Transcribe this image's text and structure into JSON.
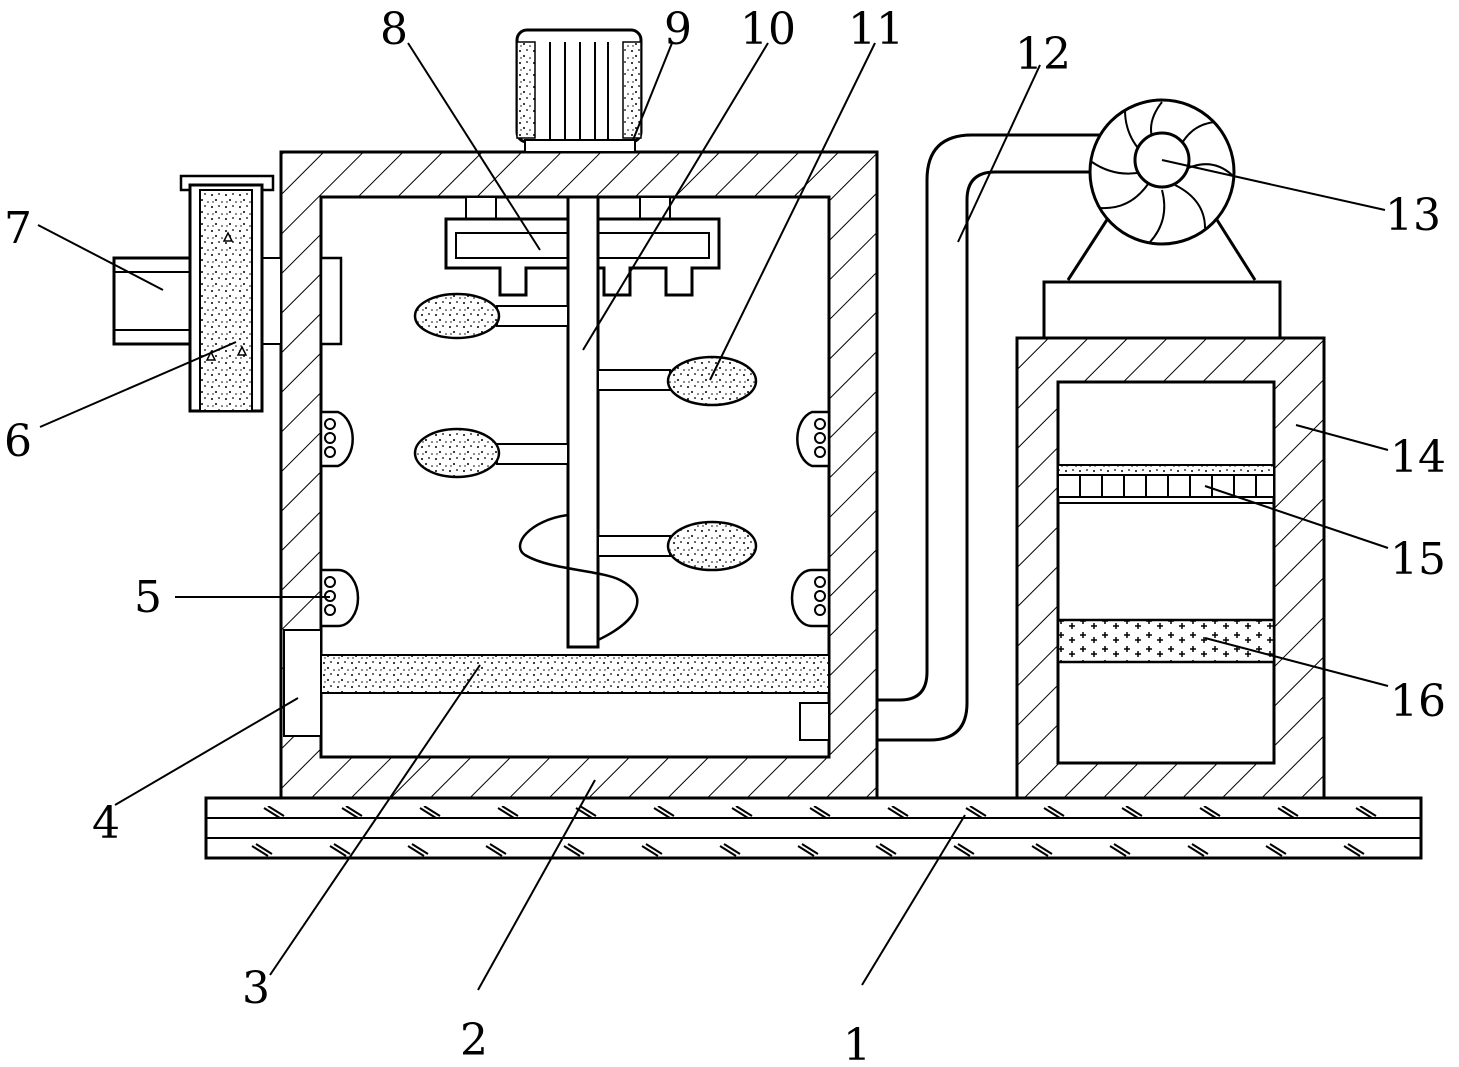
{
  "labels": [
    "1",
    "2",
    "3",
    "4",
    "5",
    "6",
    "7",
    "8",
    "9",
    "10",
    "11",
    "12",
    "13",
    "14",
    "15",
    "16"
  ],
  "colors": {
    "line": "#000000",
    "background": "#ffffff"
  }
}
